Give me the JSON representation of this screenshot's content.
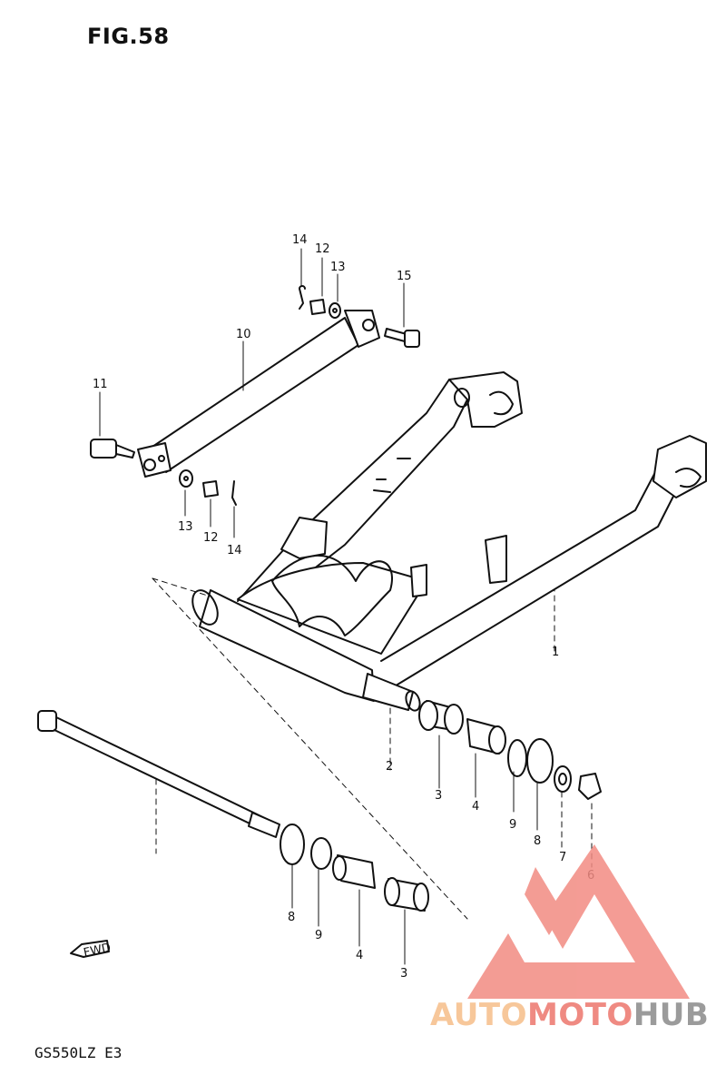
{
  "figure": {
    "title": "FIG.58",
    "model_code": "GS550LZ E3"
  },
  "callouts": {
    "c1": "1",
    "c2": "2",
    "c3a": "3",
    "c3b": "3",
    "c4a": "4",
    "c4b": "4",
    "c6": "6",
    "c7": "7",
    "c8a": "8",
    "c8b": "8",
    "c9a": "9",
    "c9b": "9",
    "c10": "10",
    "c11": "11",
    "c12a": "12",
    "c12b": "12",
    "c13a": "13",
    "c13b": "13",
    "c14a": "14",
    "c14b": "14",
    "c15": "15"
  },
  "fwd_label": "FWD",
  "watermark": {
    "part1": "AUTO",
    "part2": "MOTO",
    "part3": "HUB",
    "colors": {
      "auto": "#f7c79a",
      "moto": "#ef8a82",
      "hub": "#9b9b9b",
      "triangle": "#f28b82"
    }
  }
}
